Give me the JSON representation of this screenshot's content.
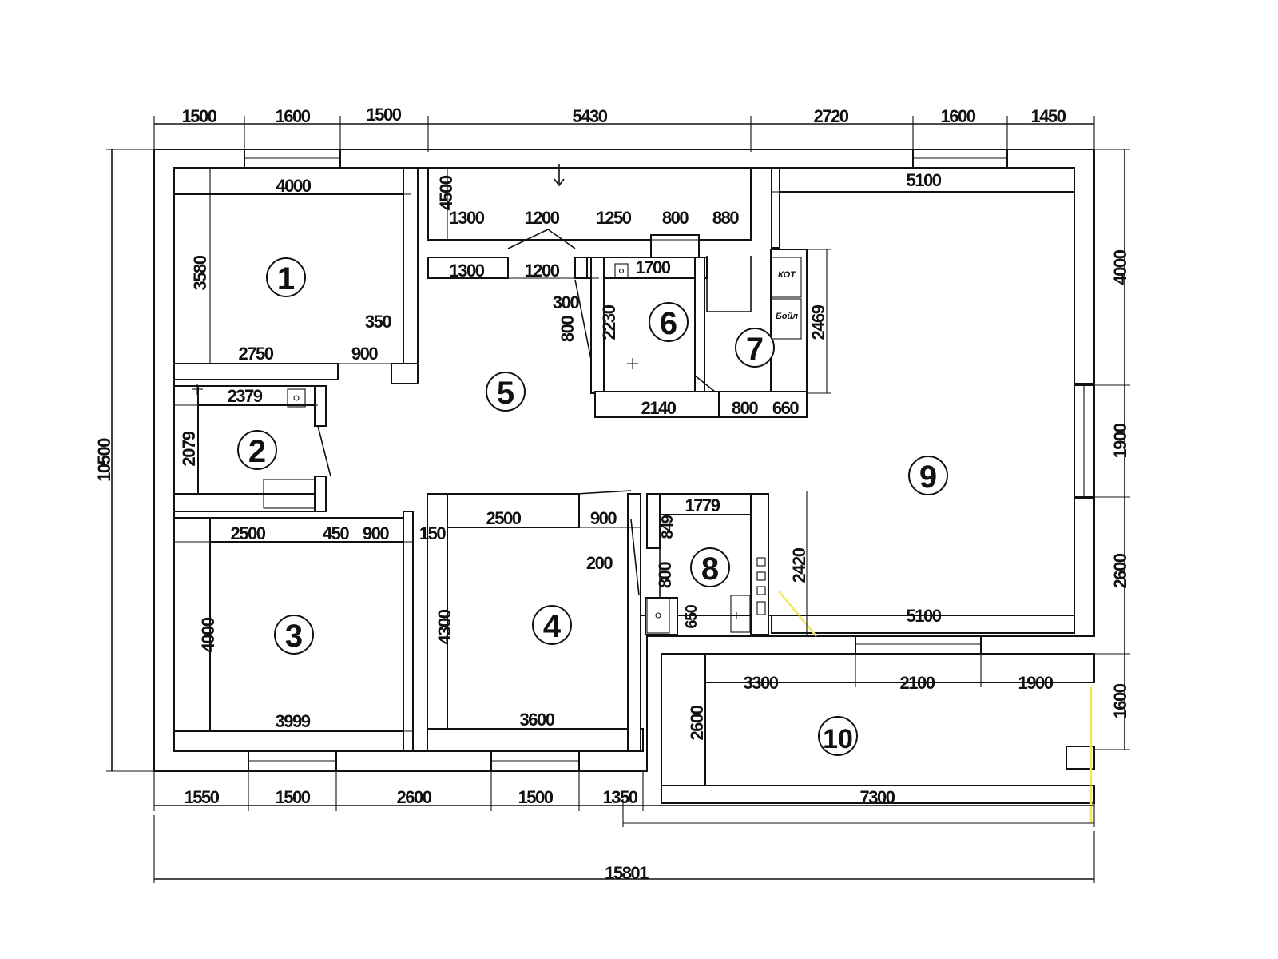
{
  "floor_plan": {
    "rooms": [
      "1",
      "2",
      "3",
      "4",
      "5",
      "6",
      "7",
      "8",
      "9",
      "10"
    ],
    "top_dimensions": [
      "1500",
      "1600",
      "1500",
      "5430",
      "2720",
      "1600",
      "1450"
    ],
    "bottom_dimensions": [
      "1550",
      "1500",
      "2600",
      "1500",
      "1350",
      "7300"
    ],
    "overall_width": "15801",
    "overall_height": "10500",
    "right_dimensions": [
      "4000",
      "1900",
      "2600",
      "1600"
    ],
    "corridor": [
      "4500",
      "1300",
      "1200",
      "1250",
      "800",
      "880",
      "1300",
      "1200"
    ],
    "room1": [
      "4000",
      "3580",
      "2750",
      "900",
      "350"
    ],
    "room2": [
      "2379",
      "2079"
    ],
    "room3": [
      "2500",
      "450",
      "900",
      "150",
      "4000",
      "3999"
    ],
    "room4": [
      "2500",
      "900",
      "4300",
      "3600",
      "200"
    ],
    "room6": [
      "1700",
      "300",
      "800",
      "2230",
      "2140"
    ],
    "room7": [
      "2469",
      "800",
      "660"
    ],
    "room7_appliances": [
      "КОТ",
      "Бойл"
    ],
    "room8": [
      "1779",
      "849",
      "800",
      "650",
      "2420"
    ],
    "room9": [
      "5100",
      "5100"
    ],
    "room10": [
      "3300",
      "2100",
      "1900",
      "2600"
    ]
  }
}
